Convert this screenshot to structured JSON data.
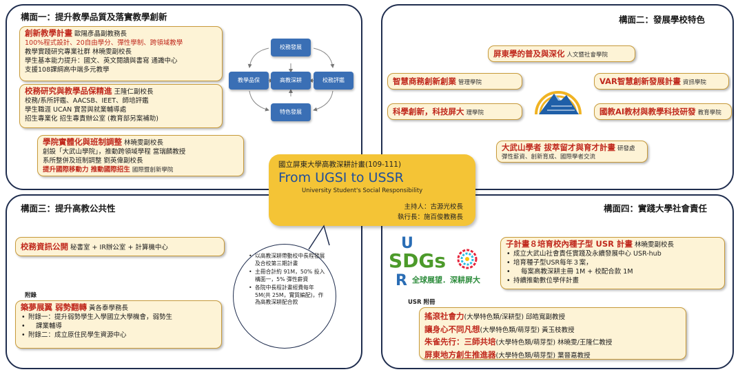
{
  "center": {
    "subtitle": "國立屏東大學高教深耕計畫(109-111)",
    "title": "From UGSI to USSR",
    "english": "University Student's  Social Responsibility",
    "host": "主持人：古源光校長",
    "executive": "執行長：施百俊教務長"
  },
  "quadrant1": {
    "title": "構面一：提升教學品質及落實教學創新",
    "box1": {
      "heading": "創新教學計畫",
      "lead": "歐陽彥晶副教務長",
      "lines": [
        "100%程式設計、20自由學分、彈性學制、跨領域教學",
        "教學實踐研究專業社群 林曉雯副校長",
        "學生基本能力提升：國文、英文閱讀與書寫 通識中心",
        "支援108課綱高中端多元教學"
      ]
    },
    "box2": {
      "heading": "校務研究與教學品保精進",
      "lead": "王隆仁副校長",
      "lines": [
        "校務/系所評鑑、AACSB、IEET、師培評鑑",
        "學生職涯 UCAN 實習與就業輔導處",
        "招生專業化 招生專責辦公室 (教育部另案補助)"
      ]
    },
    "box3": {
      "heading": "學院實體化與班制調整",
      "lead": "林曉雯副校長",
      "lines": [
        "創設「大武山學院」，推動跨領域學程 當瑞麟教授",
        "系所整併及班制調整 劉英偉副校長"
      ],
      "highlight": "提升國際移動力 推動國際招生",
      "highlight_unit": "國際暨創新學院"
    },
    "nodes": {
      "top": "校務發展",
      "left": "教學品保",
      "center": "高教深耕",
      "right": "校務評鑑",
      "bottom": "特色發展"
    }
  },
  "quadrant2": {
    "title": "構面二：發展學校特色",
    "items": [
      {
        "name": "屏東學的普及與深化",
        "unit": "人文暨社會學院"
      },
      {
        "name": "智慧商務創新創業",
        "unit": "管理學院"
      },
      {
        "name": "VAR智慧創新發展計畫",
        "unit": "資訊學院"
      },
      {
        "name": "科學創新，科技屏大",
        "unit": "理學院"
      },
      {
        "name": "國教AI教材與教學科技研發",
        "unit": "教育學院"
      },
      {
        "name": "大武山學者 拔萃留才與育才計畫",
        "unit": "研發處",
        "sub": "彈性薪資、創新育成、國際學者交流"
      }
    ]
  },
  "quadrant3": {
    "title": "構面三：提升高教公共性",
    "public": {
      "heading": "校務資訊公開",
      "detail": "秘書室 + IR辦公室 + 計算機中心"
    },
    "attachment_label": "附錄",
    "attach_box": {
      "heading": "築夢展翼 弱勢翻轉",
      "lead": "黃各泰學務長",
      "items": [
        "附錄一：提升弱勢學生入學國立大學機會，弱勢生",
        "課業輔導",
        "附錄二：成立原住民學生資源中心"
      ]
    },
    "bubble_items": [
      "以高教深耕帶動校中長程發展及合校第三期計畫",
      "主冊合計約 91M，50% 投入構面一，5% 彈性薪資",
      "各院中長程計畫經費每年5M(共 25M，實質編配)，作為高教深耕配合款"
    ]
  },
  "quadrant4": {
    "title": "構面四：實踐大學社會責任",
    "sdg_letters": [
      "U",
      "SDGs",
      "R"
    ],
    "sdg_slogan": "全球展望．深耕屏大",
    "sub_box": {
      "heading": "子計畫８培育校內種子型 USR 計畫",
      "lead": "林曉雯副校長",
      "items": [
        "成立大武山社會責任實踐及永續發展中心 USR-hub",
        "培育種子型USR每年３案，",
        "每案高教深耕主冊 1M + 校配合款 1M",
        "持續推動數位學伴計畫"
      ]
    },
    "usr_label": "USR 附冊",
    "usr_box": [
      {
        "name": "搖滾社會力",
        "detail": "(大學特色類/深耕型) 邱皓寬副教授"
      },
      {
        "name": "讓身心不同凡想",
        "detail": "(大學特色類/萌芽型) 黃玉枝教授"
      },
      {
        "name": "朱雀先行：三師共培",
        "detail": "(大學特色類/萌芽型) 林曉雯/王隆仁教授"
      },
      {
        "name": "屏東地方創生推進器",
        "detail": "(大學特色類/萌芽型)  葉晉嘉教授"
      }
    ]
  },
  "colors": {
    "border": "#1f2d4e",
    "box_fill": "#fdf3d6",
    "box_border": "#c79a3a",
    "highlight": "#c0291d",
    "center_fill": "#f4c436",
    "node": "#3a6fb5",
    "title_blue": "#1e4e9a"
  }
}
